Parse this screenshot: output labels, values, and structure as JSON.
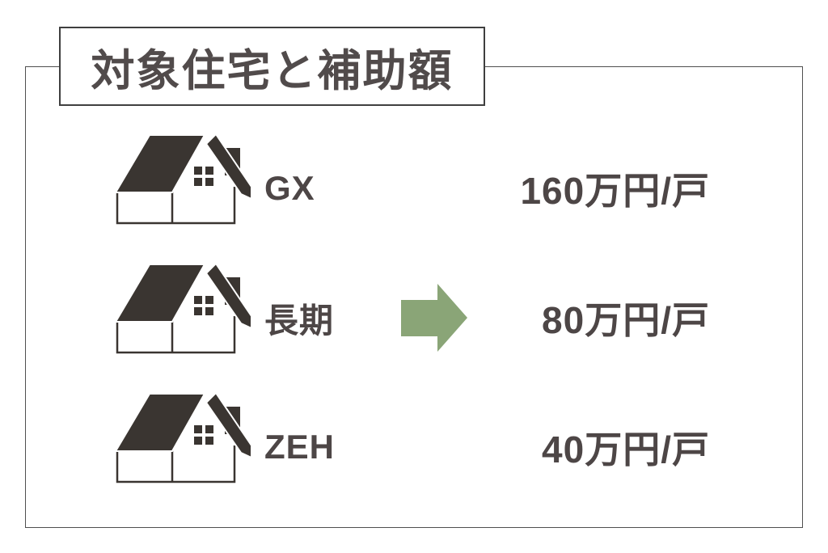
{
  "title": "対象住宅と補助額",
  "colors": {
    "text": "#4d4646",
    "house_icon": "#3a3531",
    "arrow": "#8aa577",
    "panel_border": "#4f4f4f",
    "title_border": "#3f3f3f",
    "background": "#ffffff"
  },
  "icons": {
    "house": "house-icon",
    "arrow": "right-arrow-icon"
  },
  "rows": [
    {
      "label": "GX",
      "amount": "160万円/戸",
      "has_arrow": false
    },
    {
      "label": "長期",
      "amount": "80万円/戸",
      "has_arrow": true
    },
    {
      "label": "ZEH",
      "amount": "40万円/戸",
      "has_arrow": false
    }
  ]
}
